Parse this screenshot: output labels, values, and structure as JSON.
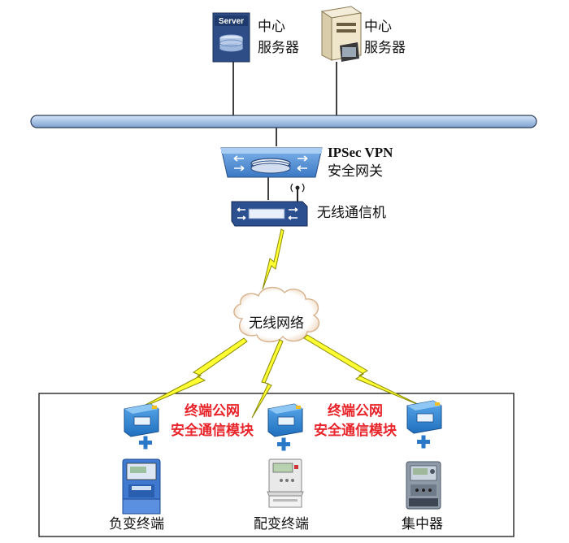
{
  "servers": [
    {
      "icon_text": "Server",
      "line1": "中心",
      "line2": "服务器"
    },
    {
      "line1": "中心",
      "line2": "服务器"
    }
  ],
  "gateway": {
    "line1": "IPSec VPN",
    "line2": "安全网关"
  },
  "wireless_unit": {
    "label": "无线通信机"
  },
  "cloud": {
    "label": "无线网络"
  },
  "module_label": {
    "line1": "终端公网",
    "line2": "安全通信模块"
  },
  "terminals": [
    {
      "label": "负变终端"
    },
    {
      "label": "配变终端"
    },
    {
      "label": "集中器"
    }
  ],
  "colors": {
    "bus": "#a9c4e6",
    "lightning": "#ffff33",
    "accent_red": "#e8242a",
    "module_blue": "#2e7fc8",
    "plus_blue": "#2a78c8"
  }
}
